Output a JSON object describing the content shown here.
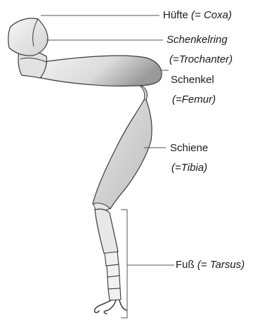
{
  "colors": {
    "outline": "#3a3a3a",
    "fill_light": "#f0f0f0",
    "fill_mid": "#d8d8d8",
    "fill_dark": "#a8a8a8",
    "leader": "#555555",
    "text": "#1a1a1a"
  },
  "labels": {
    "coxa": {
      "name": "Hüfte",
      "latin": "(= Coxa)"
    },
    "trochanter": {
      "name": "Schenkelring",
      "latin": "(=Trochanter)"
    },
    "femur": {
      "name": "Schenkel",
      "latin": "(=Femur)"
    },
    "tibia": {
      "name": "Schiene",
      "latin": "(=Tibia)"
    },
    "tarsus": {
      "name": "Fuß",
      "latin": "(= Tarsus)"
    }
  }
}
